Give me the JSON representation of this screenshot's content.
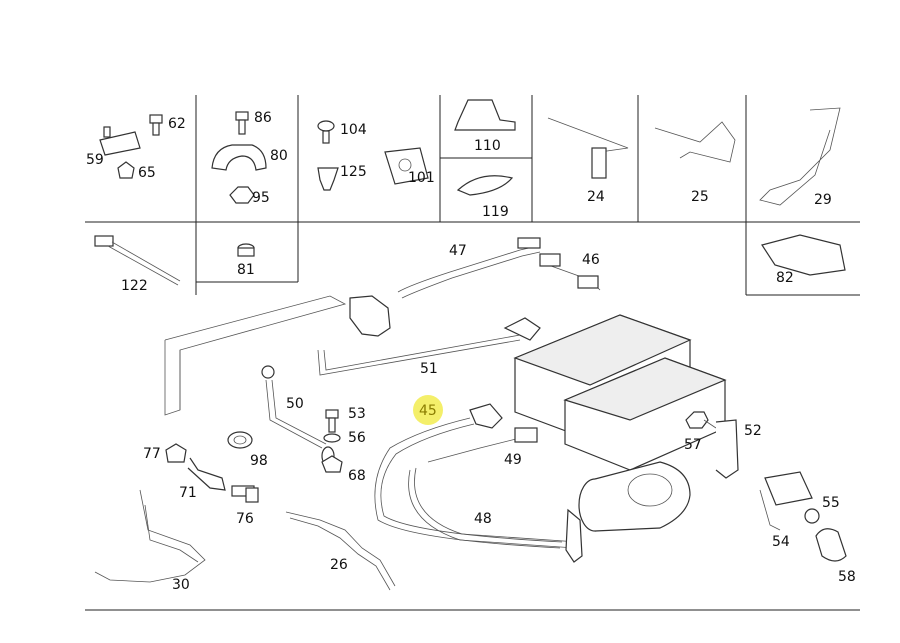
{
  "diagram": {
    "highlight_color": "#f4ef6a",
    "labels": {
      "p62": "62",
      "p59": "59",
      "p65": "65",
      "p86": "86",
      "p80": "80",
      "p95": "95",
      "p104": "104",
      "p125": "125",
      "p101": "101",
      "p110": "110",
      "p119": "119",
      "p24": "24",
      "p25": "25",
      "p29": "29",
      "p122": "122",
      "p81": "81",
      "p82": "82",
      "p47": "47",
      "p46": "46",
      "p51": "51",
      "p45": "45",
      "p50": "50",
      "p53": "53",
      "p56": "56",
      "p98": "98",
      "p68": "68",
      "p77": "77",
      "p71": "71",
      "p76": "76",
      "p49": "49",
      "p57": "57",
      "p52": "52",
      "p48": "48",
      "p55": "55",
      "p54": "54",
      "p58": "58",
      "p26": "26",
      "p30": "30"
    }
  }
}
